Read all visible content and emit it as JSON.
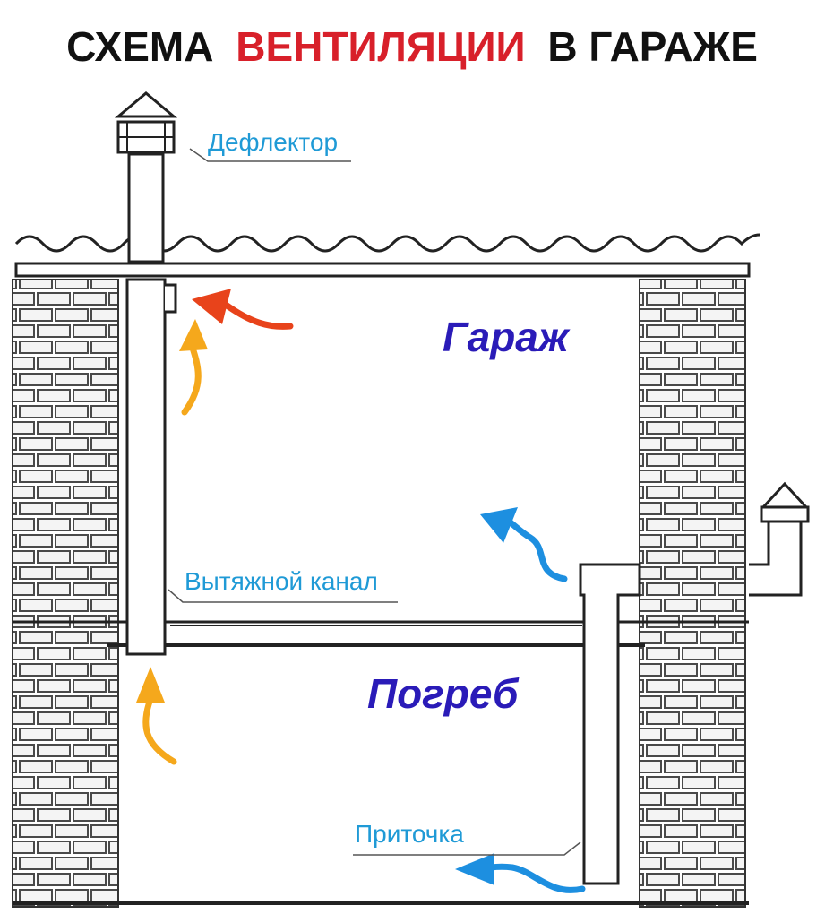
{
  "title": {
    "part1": "СХЕМА",
    "part2": "ВЕНТИЛЯЦИИ",
    "part3": "В ГАРАЖЕ"
  },
  "labels": {
    "deflector": "Дефлектор",
    "exhaust_channel": "Вытяжной канал",
    "supply": "Приточка",
    "garage": "Гараж",
    "cellar": "Погреб"
  },
  "colors": {
    "title_black": "#111111",
    "title_red": "#d8202a",
    "label_cyan": "#1f9ad6",
    "room_blue": "#2a1bb8",
    "arrow_orange": "#f5a81c",
    "arrow_red": "#e8431b",
    "arrow_blue": "#1d8fe0",
    "line": "#222222"
  },
  "icons": [
    "deflector-cap-icon",
    "supply-pipe-cap-icon"
  ]
}
